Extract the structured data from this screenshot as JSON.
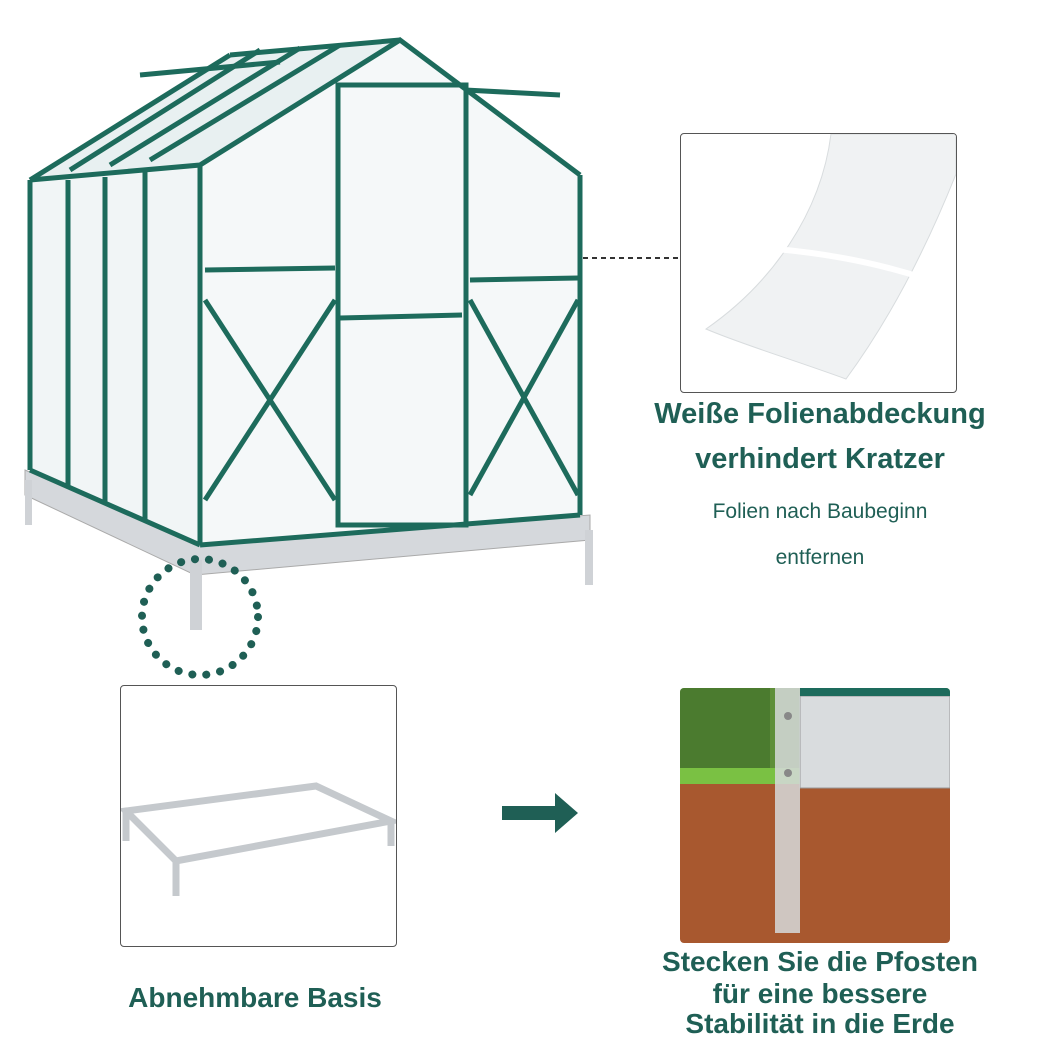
{
  "colors": {
    "accent": "#1f5f55",
    "frame": "#1d6b5c",
    "metal": "#c9ccd0"
  },
  "film": {
    "title_line1": "Weiße Folienabdeckung",
    "title_line2": "verhindert Kratzer",
    "note_line1": "Folien nach Baubeginn",
    "note_line2": "entfernen"
  },
  "base": {
    "label": "Abnehmbare Basis"
  },
  "posts": {
    "line1": "Stecken Sie die Pfosten",
    "line2": "für eine bessere",
    "line3": "Stabilität in die Erde"
  }
}
